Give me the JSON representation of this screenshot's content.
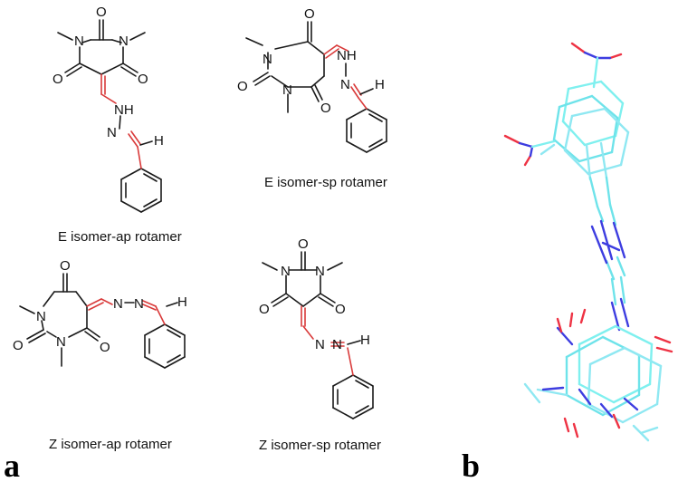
{
  "panels": {
    "a_label": "a",
    "b_label": "b"
  },
  "atoms": {
    "N": "N",
    "O": "O",
    "H": "H",
    "NH": "NH"
  },
  "captions": {
    "e_ap": "E isomer-ap rotamer",
    "e_sp": "E isomer-sp rotamer",
    "z_ap": "Z isomer-ap rotamer",
    "z_sp": "Z isomer-sp rotamer"
  },
  "colors": {
    "bond": "#1a1a1a",
    "red_bond": "#d93a3a",
    "carbon_cyan": "#7ff0ef",
    "nitrogen_blue": "#3d3de0",
    "oxygen_red": "#ee3344"
  }
}
